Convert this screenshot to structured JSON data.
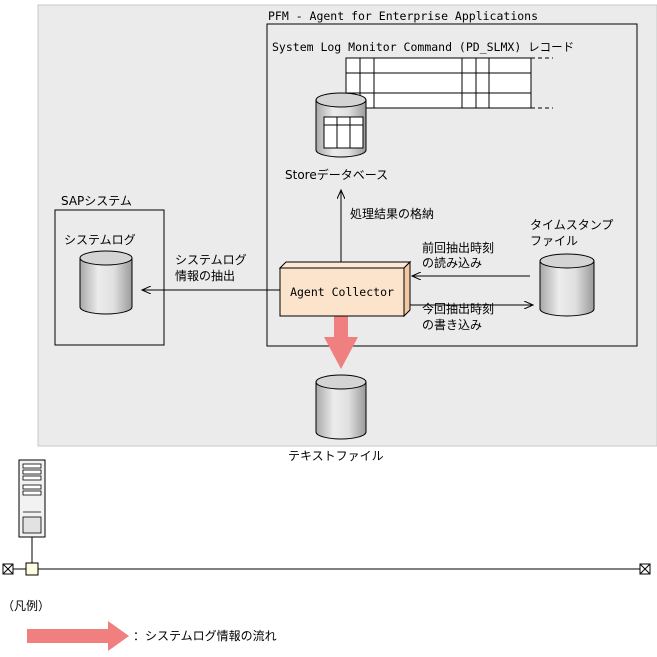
{
  "pfm_agent": {
    "title": "PFM - Agent for Enterprise Applications"
  },
  "record": {
    "title": "System Log Monitor Command (PD_SLMX) レコード"
  },
  "store_db": {
    "label": "Storeデータベース"
  },
  "process_result": {
    "label": "処理結果の格納"
  },
  "sap_system": {
    "title": "SAPシステム",
    "syslog_label": "システムログ"
  },
  "extract": {
    "line1": "システムログ",
    "line2": "情報の抽出"
  },
  "agent_collector": {
    "label": "Agent Collector"
  },
  "timestamp_file": {
    "line1": "タイムスタンプ",
    "line2": "ファイル"
  },
  "read_prev": {
    "line1": "前回抽出時刻",
    "line2": "の読み込み"
  },
  "write_curr": {
    "line1": "今回抽出時刻",
    "line2": "の書き込み"
  },
  "text_file": {
    "label": "テキストファイル"
  },
  "legend": {
    "title": "（凡例）",
    "flow_label": "：システムログ情報の流れ"
  },
  "colors": {
    "panel_bg": "#ebebeb",
    "agent_box": "#fce4cc",
    "flow_arrow": "#f08080"
  }
}
